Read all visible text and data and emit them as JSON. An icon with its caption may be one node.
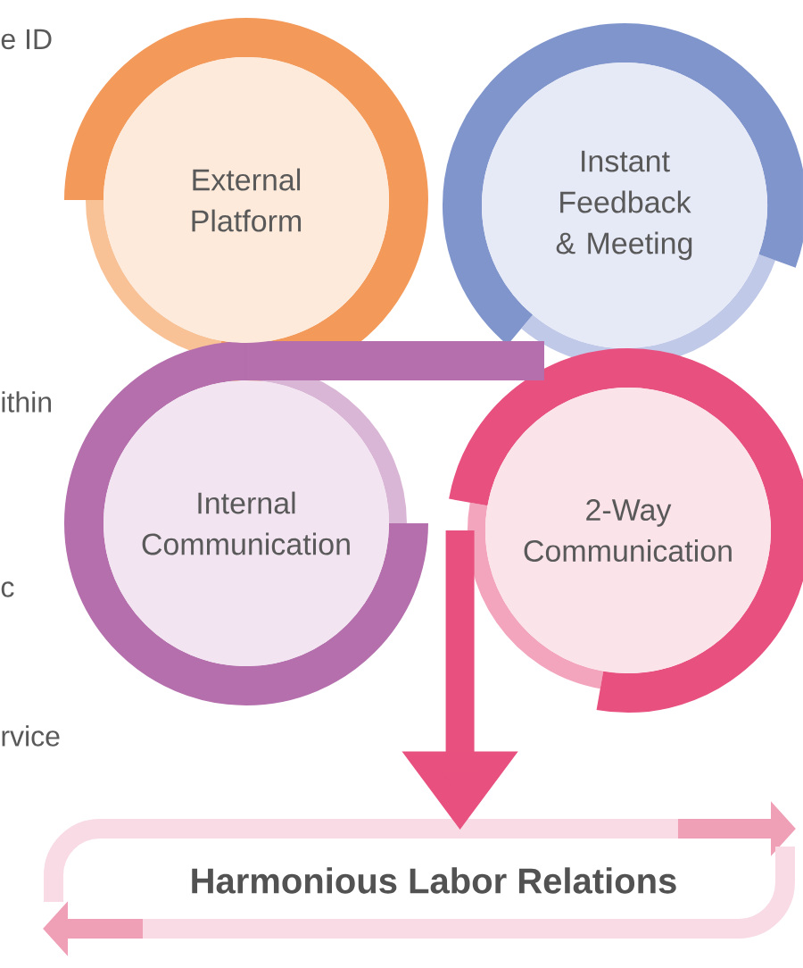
{
  "diagram": {
    "nodes": [
      {
        "text": [
          "External Platform"
        ]
      },
      {
        "text": [
          "Instant Feedback & Meeting"
        ]
      },
      {
        "text": [
          "Internal Communication"
        ]
      },
      {
        "text": [
          "2-Way Communication"
        ]
      },
      {
        "text": [
          "Harmonious Labor Relations"
        ]
      }
    ],
    "edges": [
      {
        "from": 3,
        "to": 4,
        "arrow": "to"
      }
    ],
    "labels": [
      "e ID",
      "ithin",
      "c",
      "rvice"
    ]
  }
}
